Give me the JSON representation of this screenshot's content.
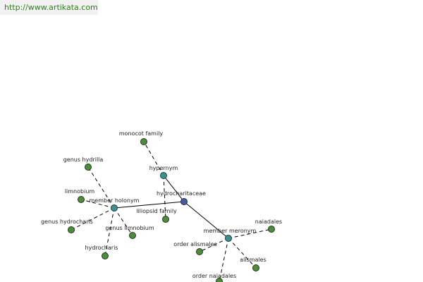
{
  "header": {
    "url": "http://www.artikata.com"
  },
  "colors": {
    "link_green": "#2e7d1e",
    "leaf_node": "#4f8a3d",
    "relation_node": "#3e8f8f",
    "center_node": "#4a5aa0"
  },
  "graph": {
    "nodes": [
      {
        "id": "hydrocharitaceae",
        "label": "hydrocharitaceae",
        "kind": "center"
      },
      {
        "id": "hypernym",
        "label": "hypernym",
        "kind": "relation"
      },
      {
        "id": "member-holonym",
        "label": "member holonym",
        "kind": "relation"
      },
      {
        "id": "member-meronym",
        "label": "member meronym",
        "kind": "relation"
      },
      {
        "id": "monocot-family",
        "label": "monocot family",
        "kind": "leaf"
      },
      {
        "id": "liliopsid-family",
        "label": "liliopsid family",
        "kind": "leaf"
      },
      {
        "id": "genus-hydrilla",
        "label": "genus hydrilla",
        "kind": "leaf"
      },
      {
        "id": "limnobium",
        "label": "limnobium",
        "kind": "leaf"
      },
      {
        "id": "genus-hydrocharis",
        "label": "genus hydrocharis",
        "kind": "leaf"
      },
      {
        "id": "genus-limnobium",
        "label": "genus limnobium",
        "kind": "leaf"
      },
      {
        "id": "hydrocharis",
        "label": "hydrocharis",
        "kind": "leaf"
      },
      {
        "id": "naiadales",
        "label": "naiadales",
        "kind": "leaf"
      },
      {
        "id": "order-alismales",
        "label": "order alismales",
        "kind": "leaf"
      },
      {
        "id": "alismales",
        "label": "alismales",
        "kind": "leaf"
      },
      {
        "id": "order-naiadales",
        "label": "order naiadales",
        "kind": "leaf"
      }
    ],
    "edges": [
      {
        "from": "hydrocharitaceae",
        "to": "hypernym",
        "style": "solid"
      },
      {
        "from": "hydrocharitaceae",
        "to": "member-holonym",
        "style": "solid"
      },
      {
        "from": "hydrocharitaceae",
        "to": "member-meronym",
        "style": "solid"
      },
      {
        "from": "hypernym",
        "to": "monocot-family",
        "style": "dashed"
      },
      {
        "from": "hypernym",
        "to": "liliopsid-family",
        "style": "dashed"
      },
      {
        "from": "member-holonym",
        "to": "genus-hydrilla",
        "style": "dashed"
      },
      {
        "from": "member-holonym",
        "to": "limnobium",
        "style": "dashed"
      },
      {
        "from": "member-holonym",
        "to": "genus-hydrocharis",
        "style": "dashed"
      },
      {
        "from": "member-holonym",
        "to": "genus-limnobium",
        "style": "dashed"
      },
      {
        "from": "member-holonym",
        "to": "hydrocharis",
        "style": "dashed"
      },
      {
        "from": "member-meronym",
        "to": "naiadales",
        "style": "dashed"
      },
      {
        "from": "member-meronym",
        "to": "order-alismales",
        "style": "dashed"
      },
      {
        "from": "member-meronym",
        "to": "alismales",
        "style": "dashed"
      },
      {
        "from": "member-meronym",
        "to": "order-naiadales",
        "style": "dashed"
      }
    ]
  }
}
